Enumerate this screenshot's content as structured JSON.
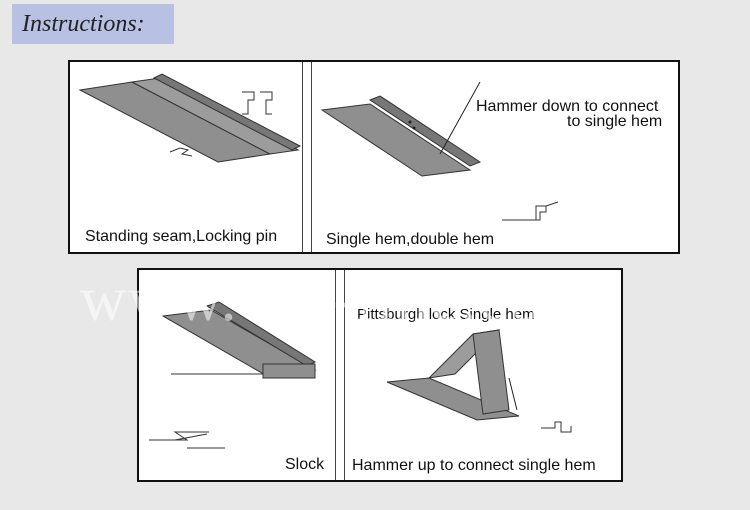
{
  "header": {
    "title": "Instructions:"
  },
  "panels": {
    "top_left": {
      "caption": "Standing seam,Locking pin"
    },
    "top_right": {
      "caption": "Single hem,double hem",
      "note_line1": "Hammer down to connect",
      "note_line2": "to single hem"
    },
    "bottom_left": {
      "caption": "Slock"
    },
    "bottom_right": {
      "title": "Pittsburgh lock Single hem",
      "caption": "Hammer up to connect single hem"
    }
  },
  "watermark": "www.cnc-line.com",
  "colors": {
    "title_bg": "#b8c0e4",
    "metal": "#8f8f8f",
    "metal_dark": "#6e6e6e"
  }
}
